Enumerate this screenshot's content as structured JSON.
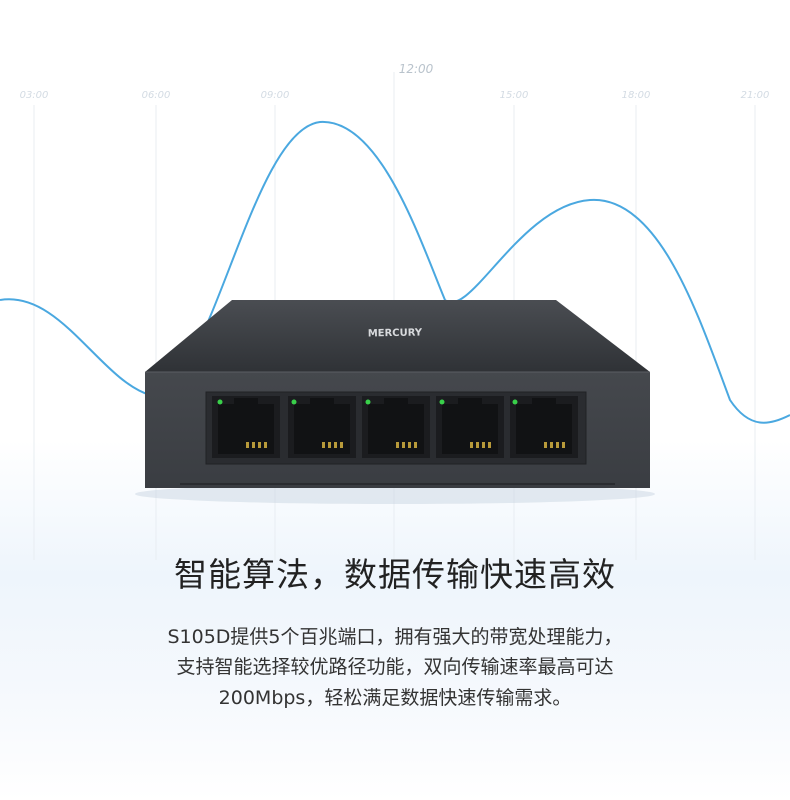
{
  "timeline": {
    "labels": [
      "03:00",
      "06:00",
      "09:00",
      "12:00",
      "15:00",
      "18:00",
      "21:00"
    ],
    "highlighted": "12:00"
  },
  "colors": {
    "wave": "#4aa8e0",
    "device_body": "#3a3d42",
    "port_led": "#39d04a",
    "headline": "#222222",
    "body_text": "#333333"
  },
  "product": {
    "brand": "MERCURY",
    "port_count": 5
  },
  "headline": "智能算法，数据传输快速高效",
  "description": {
    "line1": "S105D提供5个百兆端口，拥有强大的带宽处理能力，",
    "line2": "支持智能选择较优路径功能，双向传输速率最高可达",
    "line3": "200Mbps，轻松满足数据快速传输需求。"
  }
}
